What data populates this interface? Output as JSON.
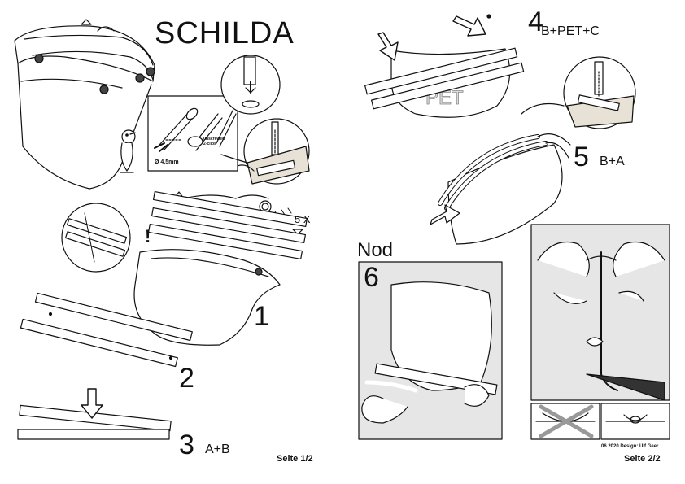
{
  "left_page": {
    "title": "SCHILDA",
    "parts_count": "5 X",
    "exclaim": "!",
    "diameter_label": "Ø 4,5mm",
    "snap_label": "unscrewed\n2-clips",
    "steps": [
      {
        "number": "1",
        "code": ""
      },
      {
        "number": "2",
        "code": ""
      },
      {
        "number": "3",
        "code": "A+B"
      }
    ],
    "page_label": "Seite 1/2"
  },
  "right_page": {
    "steps": [
      {
        "number": "4",
        "code": "B+PET+C"
      },
      {
        "number": "5",
        "code": "B+A"
      },
      {
        "number": "6",
        "code": ""
      }
    ],
    "nod_label": "Nod",
    "pet_label": "PET",
    "credit": "06.2020 Design: Ulf Geer",
    "page_label": "Seite 2/2"
  }
}
